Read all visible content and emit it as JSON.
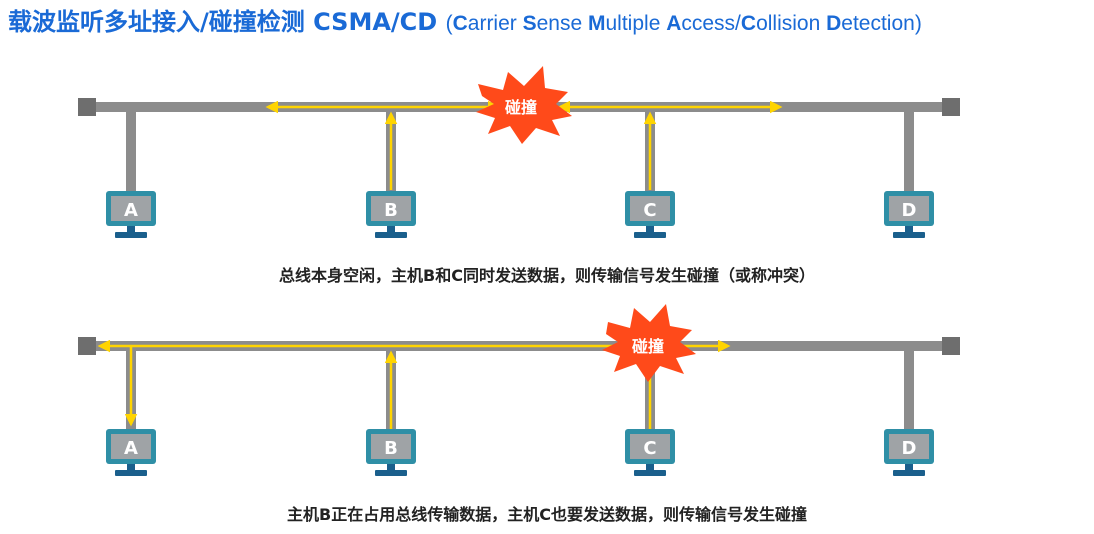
{
  "title": {
    "main": "载波监听多址接入/碰撞检测 CSMA/CD",
    "paren_open": "(",
    "c1": "C",
    "t1": "arrier ",
    "c2": "S",
    "t2": "ense ",
    "c3": "M",
    "t3": "ultiple ",
    "c4": "A",
    "t4": "ccess/",
    "c5": "C",
    "t5": "ollision ",
    "c6": "D",
    "t6": "etection",
    "paren_close": ")"
  },
  "scenario1": {
    "collision_label": "碰撞",
    "hosts": [
      "A",
      "B",
      "C",
      "D"
    ],
    "caption": "总线本身空闲，主机B和C同时发送数据，则传输信号发生碰撞（或称冲突）"
  },
  "scenario2": {
    "collision_label": "碰撞",
    "hosts": [
      "A",
      "B",
      "C",
      "D"
    ],
    "caption": "主机B正在占用总线传输数据，主机C也要发送数据，则传输信号发生碰撞"
  },
  "colors": {
    "title": "#1a6ad6",
    "bus": "#8c8c8c",
    "terminator": "#6e6e6e",
    "signal": "#ffd400",
    "monitor_frame": "#2f8fa6",
    "monitor_screen": "#9fa3a6",
    "monitor_base": "#1a5f8c",
    "collision": "#ff4a1a"
  }
}
